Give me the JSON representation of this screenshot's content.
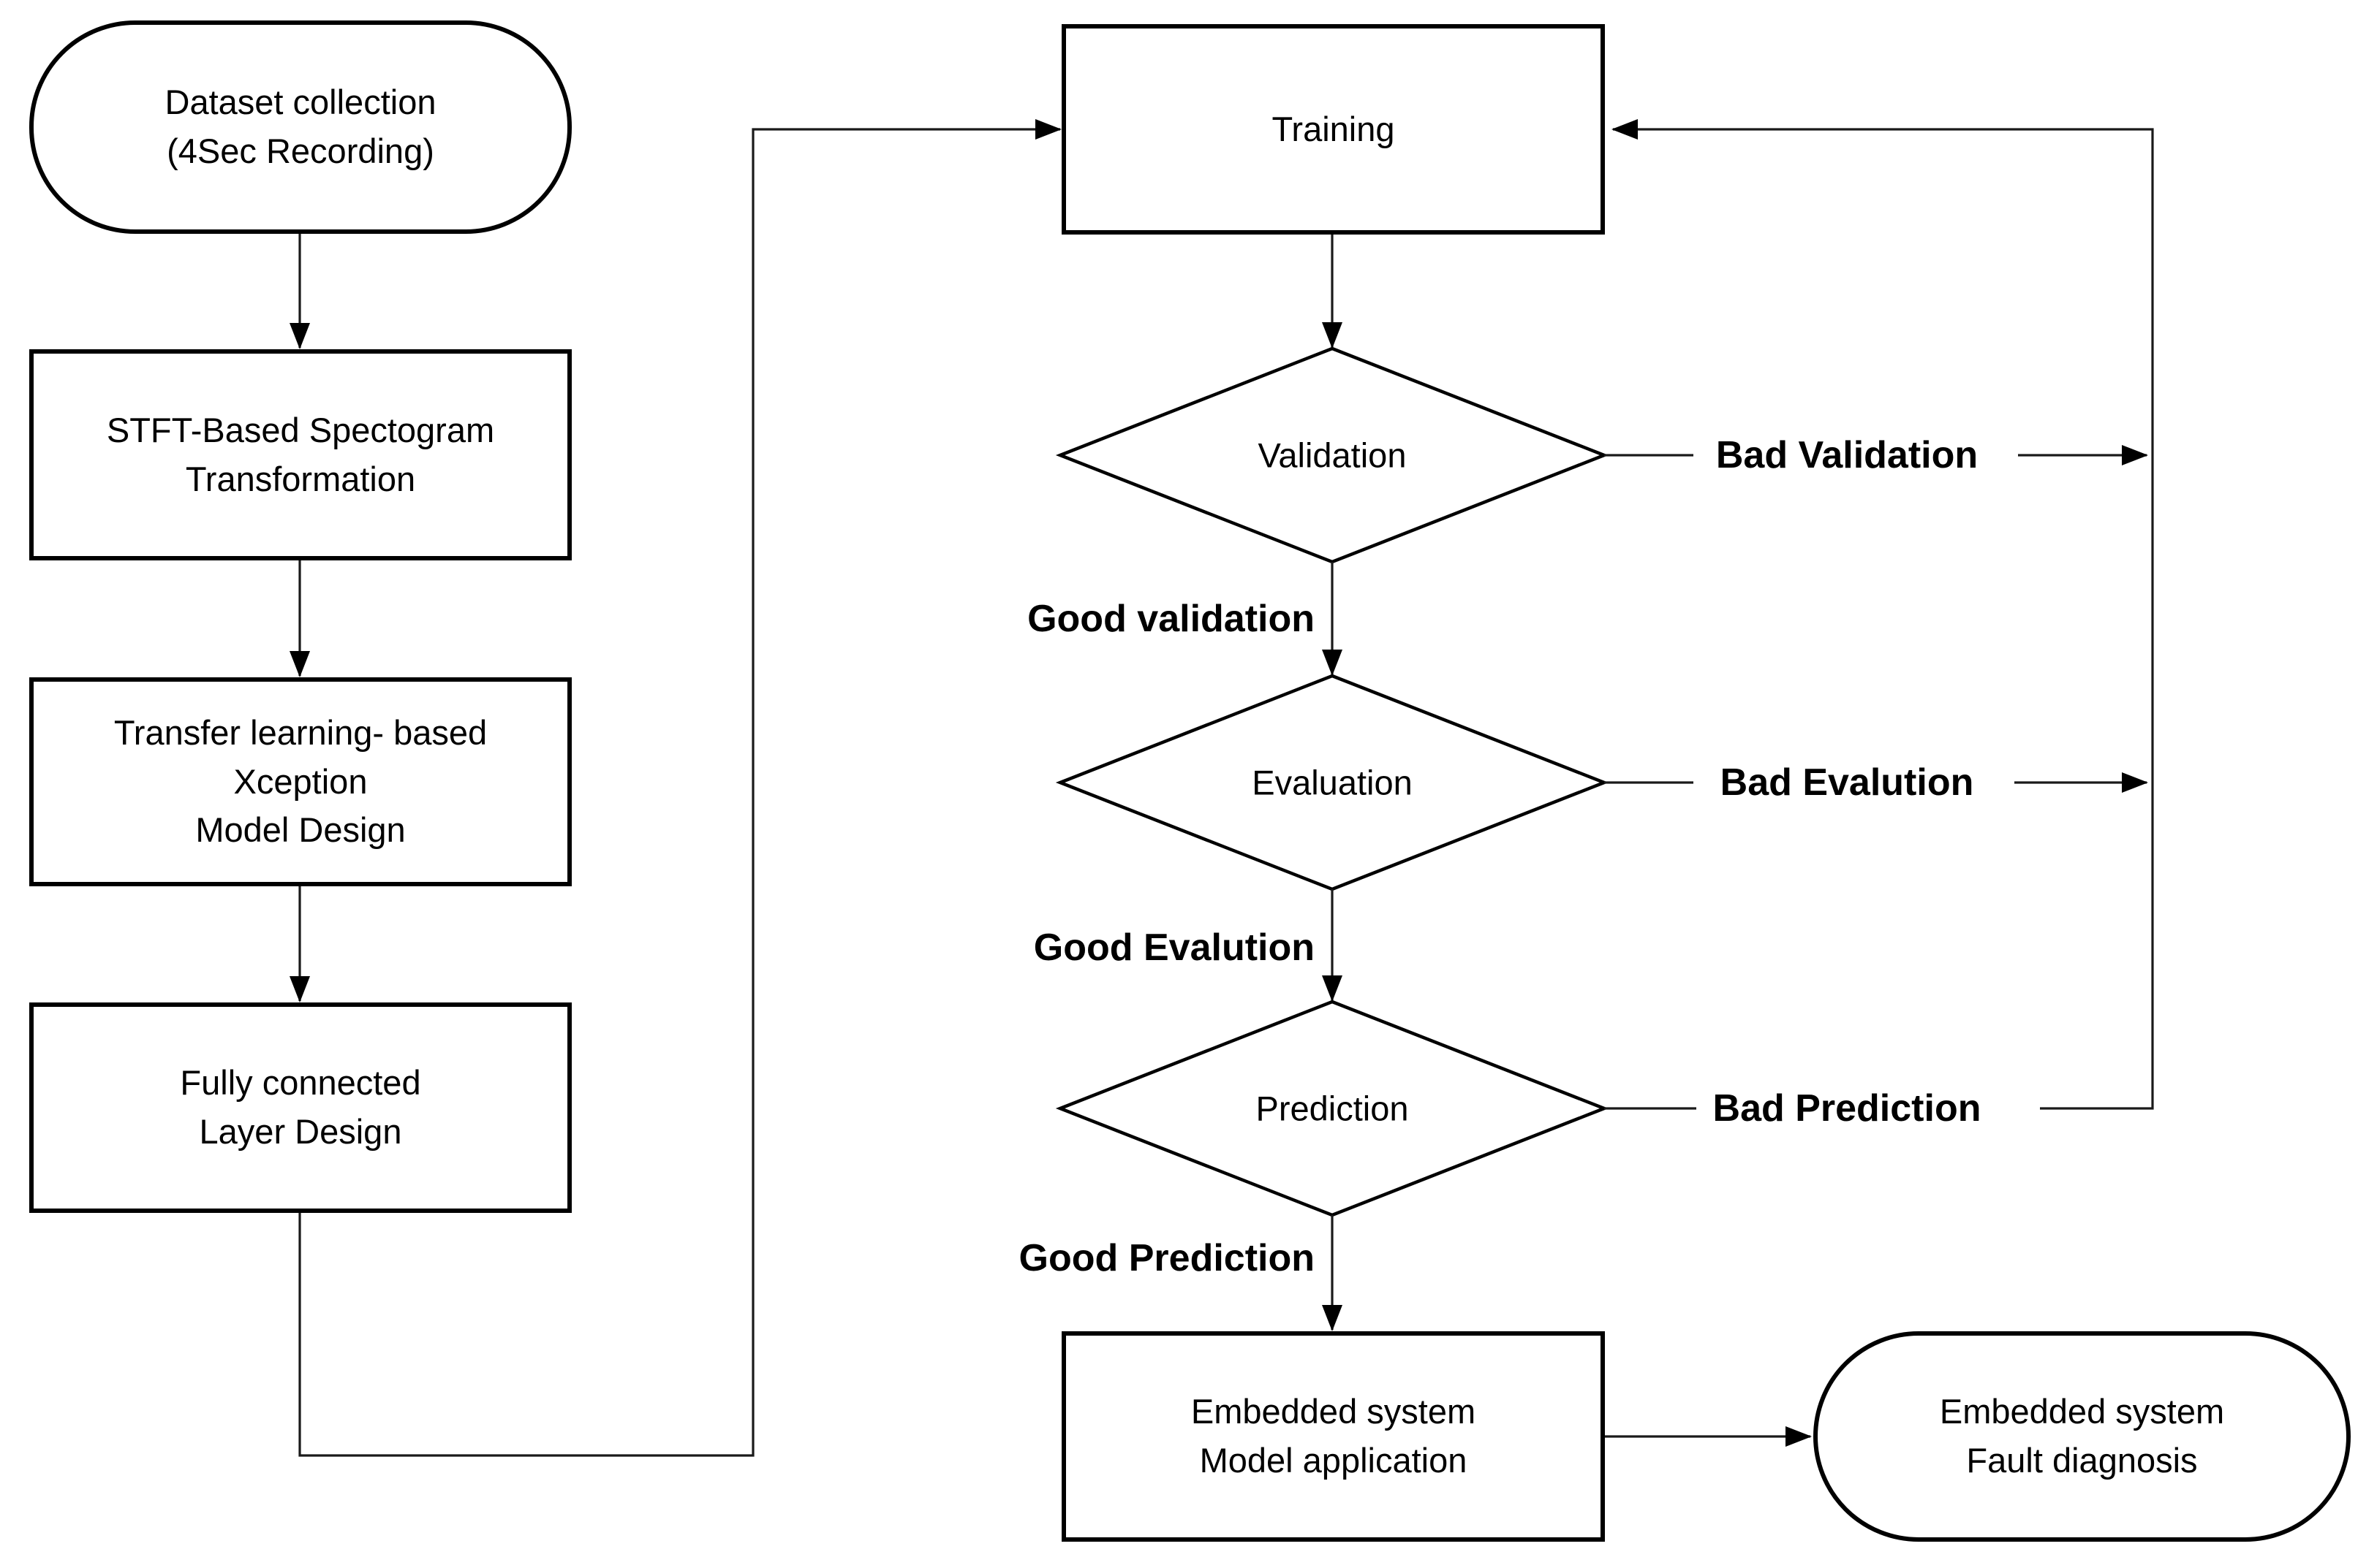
{
  "diagram": {
    "type": "flowchart",
    "colors": {
      "background": "#ffffff",
      "stroke": "#000000",
      "text": "#000000"
    },
    "nodes": {
      "dataset": {
        "shape": "stadium",
        "line1": "Dataset collection",
        "line2": "(4Sec Recording)"
      },
      "stft": {
        "shape": "rect",
        "line1": "STFT-Based Spectogram",
        "line2": "Transformation"
      },
      "transfer": {
        "shape": "rect",
        "line1": "Transfer learning- based",
        "line2": "Xception",
        "line3": "Model Design"
      },
      "fully": {
        "shape": "rect",
        "line1": "Fully connected",
        "line2": "Layer Design"
      },
      "training": {
        "shape": "rect",
        "line1": "Training"
      },
      "validation": {
        "shape": "diamond",
        "line1": "Validation"
      },
      "evaluation": {
        "shape": "diamond",
        "line1": "Evaluation"
      },
      "prediction": {
        "shape": "diamond",
        "line1": "Prediction"
      },
      "embedded_model": {
        "shape": "rect",
        "line1": "Embedded system",
        "line2": "Model application"
      },
      "embedded_fault": {
        "shape": "stadium",
        "line1": "Embedded system",
        "line2": "Fault diagnosis"
      }
    },
    "edge_labels": {
      "good_validation": "Good validation",
      "bad_validation": "Bad Validation",
      "good_evaluation": "Good Evalution",
      "bad_evaluation": "Bad Evalution",
      "good_prediction": "Good Prediction",
      "bad_prediction": "Bad Prediction"
    }
  }
}
